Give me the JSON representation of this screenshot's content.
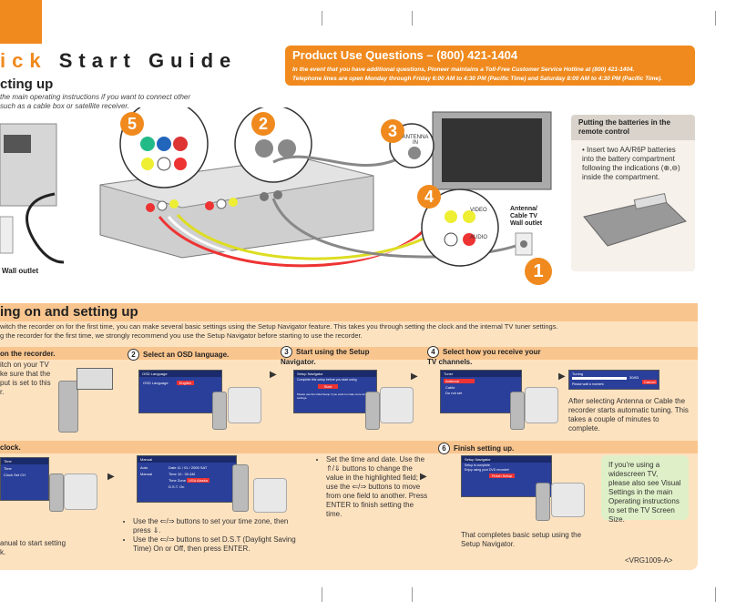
{
  "guide_title": {
    "prefix": "ick",
    "rest": " Start Guide"
  },
  "setup_heading": "cting up",
  "setup_intro": "the main operating instructions if you want to connect other\nsuch as a cable box or satellite receiver.",
  "help": {
    "heading": "Product Use Questions – (800) 421-1404",
    "body": "In the event that you have additional questions, Pioneer maintains a Toll-Free Customer Service Hotline at (800) 421-1404.\nTelephone lines are open Monday through Friday 6:00 AM to 4:30 PM (Pacific Time) and Saturday 8:00 AM to 4:30 PM (Pacific Time)."
  },
  "batteries": {
    "heading": "Putting the batteries in the remote control",
    "text": "• Insert two AA/R6P batteries into the battery compartment following the indications (⊕,⊖) inside the compartment."
  },
  "diagram_labels": {
    "wall_outlet": "Wall outlet",
    "antenna_in": "ANTENNA IN",
    "antenna_cable": "Antenna/ Cable TV Wall outlet",
    "video": "VIDEO",
    "audio": "AUDIO",
    "callouts": [
      "5",
      "2",
      "3",
      "4",
      "1"
    ]
  },
  "power_section": {
    "heading": "ing on and setting up",
    "intro1": "witch the recorder on for the first time, you can make several basic settings using the Setup Navigator feature. This takes you through setting the clock and the internal TV tuner settings.",
    "intro2": "g the recorder for the first time, we strongly recommend you use the Setup Navigator before starting to use the recorder."
  },
  "steps": {
    "s1": {
      "title": "on the recorder.",
      "text": "itch on your TV\nke sure that the\nput is set to this\nr."
    },
    "s2": {
      "num": "2",
      "title": "Select an OSD language."
    },
    "s3": {
      "num": "3",
      "title": "Start using the Setup Navigator."
    },
    "s4": {
      "num": "4",
      "title": "Select how you receive your TV channels."
    },
    "s4_note_bold1": "Antenna",
    "s4_note_bold2": "Cable",
    "s4_note": "After selecting Antenna or Cable the recorder starts automatic tuning. This takes a couple of minutes to complete.",
    "s5": {
      "title": "clock.",
      "text": "anual to start setting\nk."
    },
    "s5_bullets": [
      "Use the ⇐/⇒ buttons to set your time zone, then press ⇓.",
      "Use the ⇐/⇒ buttons to set D.S.T (Daylight Saving Time) On or Off, then press ENTER."
    ],
    "s5b_bullet": "Set the time and date. Use the ⇑/⇓ buttons to change the value in the highlighted field; use the ⇐/⇒ buttons to move from one field to another. Press ENTER to finish setting the time.",
    "s6": {
      "num": "6",
      "title": "Finish setting up."
    },
    "s6_note": "That completes basic setup using the Setup Navigator."
  },
  "screens": {
    "osd": {
      "title": "OSD Language",
      "item": "OSD Language",
      "value": "English"
    },
    "start": {
      "title": "Setup Navigator",
      "line": "Complete this setup before you start using",
      "btn": "Start",
      "foot": "Please use the initial Setup if you want to make more detailed settings."
    },
    "tuner": {
      "title": "Tuner",
      "items": [
        "Antenna",
        "Cable",
        "Do not set"
      ]
    },
    "tuning": {
      "label": "Tuning",
      "count": "30/83",
      "btn": "Cancel",
      "foot": "Please wait a moment."
    },
    "clock1": {
      "title": "Time",
      "items": [
        "Time",
        "Clock Set CH"
      ]
    },
    "clock2": {
      "title": "Manual",
      "rows": [
        "Auto",
        "Manual"
      ],
      "date": "Date",
      "date_val": "11 / 01 / 2005 SAT",
      "time": "Time",
      "time_val": "10 : 00 AM",
      "zone": "Time Zone",
      "zone_val": "USA Alaska",
      "dst": "D.S.T.",
      "dst_val": "On"
    },
    "finish": {
      "title": "Setup Navigator",
      "line1": "Setup is complete.",
      "line2": "Enjoy using your DVD recorder!",
      "btn": "Finish Setup"
    }
  },
  "green_note": "If you're using a widescreen TV, please also see Visual Settings in the main Operating instructions to set the TV Screen Size.",
  "doc_code": "<VRG1009-A>",
  "colors": {
    "accent": "#f08a1e",
    "panel": "#fde2c0",
    "green": "#dff0c8"
  }
}
